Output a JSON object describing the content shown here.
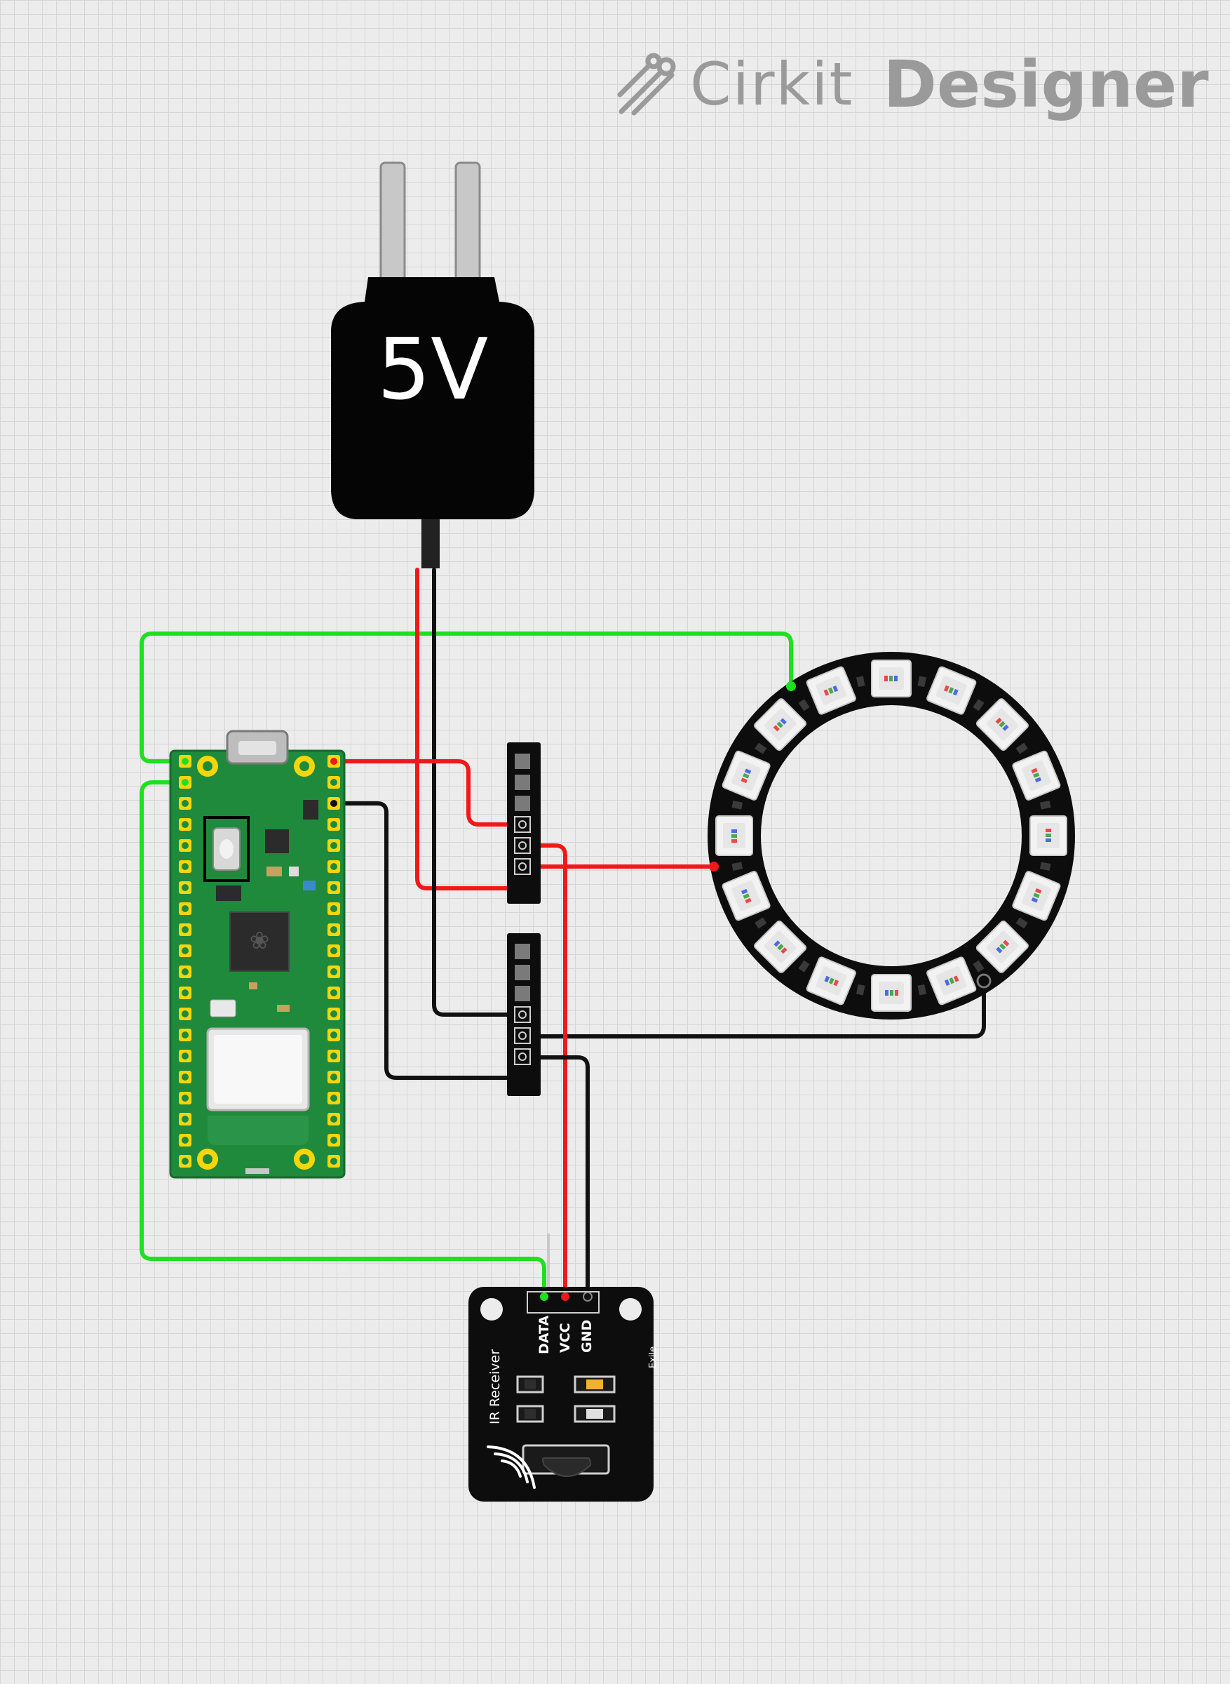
{
  "watermark": {
    "brand_light": "Cirkit",
    "brand_bold": "Designer"
  },
  "power_adapter": {
    "label": "5V"
  },
  "ir_receiver": {
    "pins": [
      "DATA",
      "VCC",
      "GND"
    ],
    "title": "IR Receiver",
    "maker": "Exile"
  },
  "colors": {
    "wire_red": "#f01818",
    "wire_black": "#111111",
    "wire_green": "#1ee01e",
    "pcb_green": "#1f8a3c",
    "pcb_black": "#111111"
  },
  "wires": [
    {
      "name": "wire-pico-green-top",
      "color": "green"
    },
    {
      "name": "wire-pico-green-bottom",
      "color": "green"
    },
    {
      "name": "wire-adapter-red",
      "color": "red"
    },
    {
      "name": "wire-adapter-black",
      "color": "black"
    },
    {
      "name": "wire-pico-red",
      "color": "red"
    },
    {
      "name": "wire-pico-black",
      "color": "black"
    },
    {
      "name": "wire-ring-red",
      "color": "red"
    },
    {
      "name": "wire-ring-black",
      "color": "black"
    },
    {
      "name": "wire-ir-red",
      "color": "red"
    },
    {
      "name": "wire-ir-black",
      "color": "black"
    }
  ]
}
